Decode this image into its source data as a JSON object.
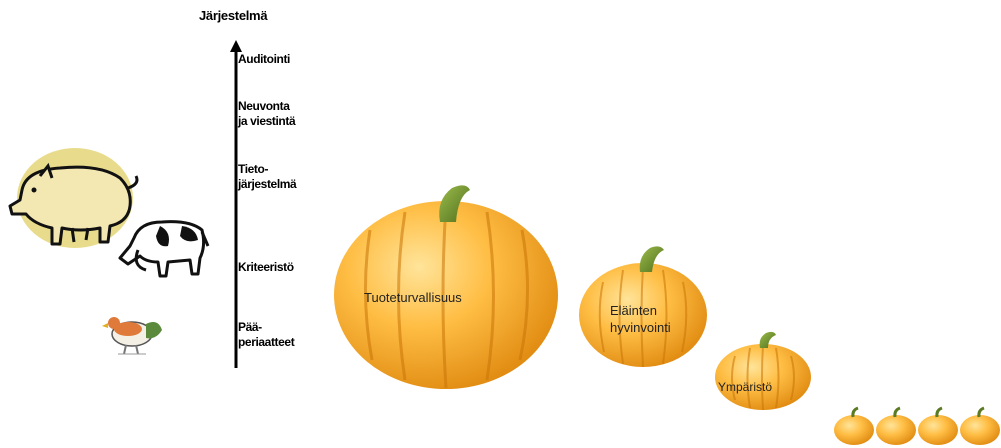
{
  "diagram": {
    "title": "Järjestelmä",
    "levels": [
      {
        "id": "auditointi",
        "label": "Auditointi"
      },
      {
        "id": "neuvonta",
        "label": "Neuvonta\nja viestintä"
      },
      {
        "id": "tietojarjestelma",
        "label": "Tieto-\njärjestelmä"
      },
      {
        "id": "kriteeristo",
        "label": "Kriteeristö"
      },
      {
        "id": "periaatteet",
        "label": "Pää-\nperiaatteet"
      }
    ],
    "pumpkins": [
      {
        "id": "tuoteturvallisuus",
        "label": "Tuoteturvallisuus"
      },
      {
        "id": "elainten-hyvinvointi",
        "label": "Eläinten\nhyvinvointi"
      },
      {
        "id": "ymparisto",
        "label": "Ympäristö"
      }
    ],
    "small_pumpkin_count": 4,
    "icons": [
      "pig-icon",
      "cow-icon",
      "hen-icon",
      "axis-arrow-icon"
    ],
    "colors": {
      "pumpkin_light": "#ffcf5a",
      "pumpkin_dark": "#e08a10",
      "stem": "#6f8f2a",
      "pig_highlight": "#e8dc8c",
      "axis": "#000000"
    }
  }
}
